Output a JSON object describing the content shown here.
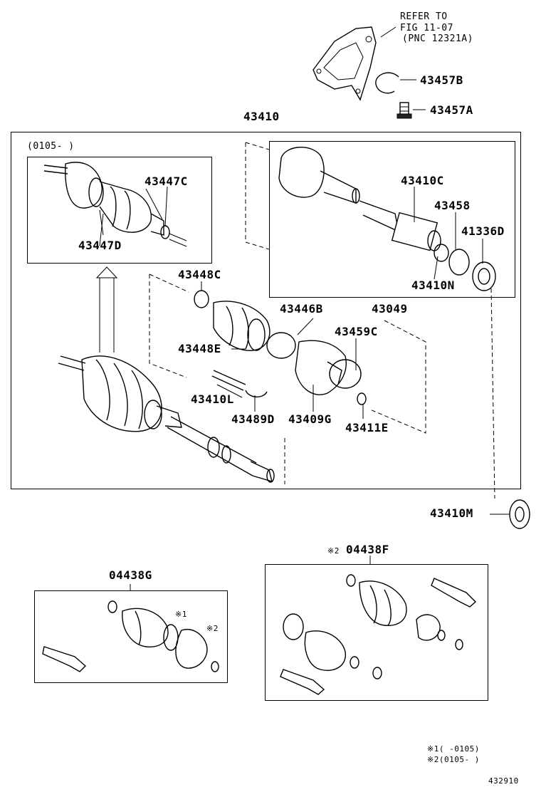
{
  "refer": {
    "line1": "REFER TO",
    "line2": "FIG 11-07",
    "line3": "(PNC 12321A)"
  },
  "labels": {
    "p43457B": "43457B",
    "p43457A": "43457A",
    "p43410": "43410",
    "date_range_top": "(0105-     )",
    "p43447C": "43447C",
    "p43447D": "43447D",
    "p43410C": "43410C",
    "p43458": "43458",
    "p41336D": "41336D",
    "p43410N": "43410N",
    "p43448C": "43448C",
    "p43446B": "43446B",
    "p43049": "43049",
    "p43448E": "43448E",
    "p43459C": "43459C",
    "p43410L": "43410L",
    "p43489D": "43489D",
    "p43409G": "43409G",
    "p43411E": "43411E",
    "p43410M": "43410M",
    "p04438F": "04438F",
    "p04438F_mark": "※2",
    "p04438G": "04438G",
    "mark1": "※1",
    "mark2": "※2"
  },
  "legend": {
    "note1": "※1(      -0105)",
    "note2": "※2(0105-      )"
  },
  "figure_id": "432910"
}
